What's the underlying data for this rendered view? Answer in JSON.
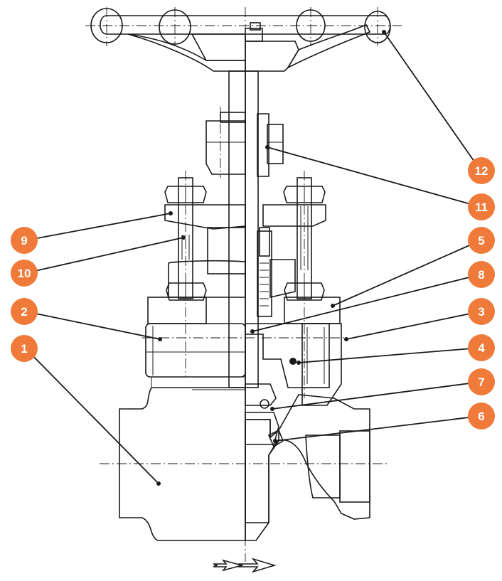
{
  "colors": {
    "callout_fill": "#f07a3a",
    "part_fill": "#f2f2f2",
    "section_fill": "#ffffff",
    "line": "#1a1a1a"
  },
  "callouts": [
    {
      "id": "1",
      "label": "1"
    },
    {
      "id": "2",
      "label": "2"
    },
    {
      "id": "3",
      "label": "3"
    },
    {
      "id": "4",
      "label": "4"
    },
    {
      "id": "5",
      "label": "5"
    },
    {
      "id": "6",
      "label": "6"
    },
    {
      "id": "7",
      "label": "7"
    },
    {
      "id": "8",
      "label": "8"
    },
    {
      "id": "9",
      "label": "9"
    },
    {
      "id": "10",
      "label": "10"
    },
    {
      "id": "11",
      "label": "11"
    },
    {
      "id": "12",
      "label": "12"
    }
  ],
  "flow_direction_icon": "double-arrow-right-icon"
}
